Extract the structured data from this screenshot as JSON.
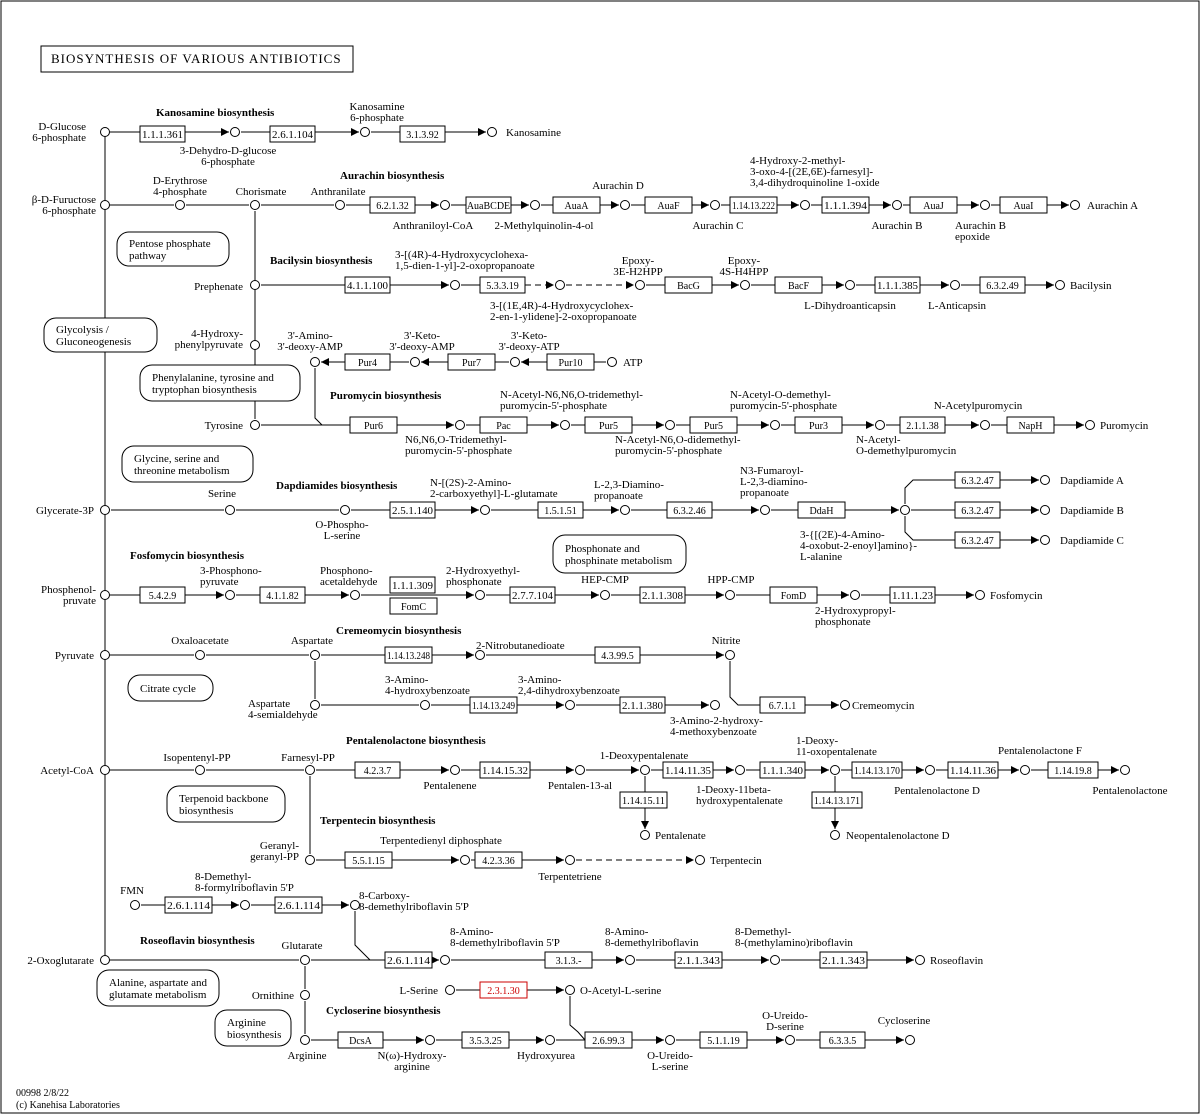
{
  "title": "BIOSYNTHESIS OF VARIOUS ANTIBIOTICS",
  "footer": {
    "map_id": "00998 2/8/22",
    "copyright": "(c) Kanehisa Laboratories"
  },
  "highlight_color": "#cc0000",
  "sections": {
    "kanosamine": "Kanosamine biosynthesis",
    "aurachin": "Aurachin biosynthesis",
    "bacilysin": "Bacilysin biosynthesis",
    "puromycin": "Puromycin biosynthesis",
    "dapdiamides": "Dapdiamides biosynthesis",
    "fosfomycin": "Fosfomycin biosynthesis",
    "cremeomycin": "Cremeomycin biosynthesis",
    "pentalenolactone": "Pentalenolactone biosynthesis",
    "terpentecin": "Terpentecin biosynthesis",
    "roseoflavin": "Roseoflavin biosynthesis",
    "cycloserine": "Cycloserine biosynthesis"
  },
  "maps": {
    "pentose": [
      "Pentose phosphate",
      "pathway"
    ],
    "glycolysis": [
      "Glycolysis /",
      "Gluconeogenesis"
    ],
    "phe": [
      "Phenylalanine, tyrosine and",
      "tryptophan biosynthesis"
    ],
    "gly": [
      "Glycine, serine and",
      "threonine metabolism"
    ],
    "phosphonate": [
      "Phosphonate and",
      "phosphinate metabolism"
    ],
    "citrate": [
      "Citrate cycle"
    ],
    "terpenoid": [
      "Terpenoid backbone",
      "biosynthesis"
    ],
    "alanine": [
      "Alanine, aspartate and",
      "glutamate metabolism"
    ],
    "arginine": [
      "Arginine",
      "biosynthesis"
    ]
  },
  "enzymes": {
    "e1": "1.1.1.361",
    "e2": "2.6.1.104",
    "e3": "3.1.3.92",
    "e4": "6.2.1.32",
    "e5": "AuaBCDE",
    "e6": "AuaA",
    "e7": "AuaF",
    "e8": "1.14.13.222",
    "e9": "1.1.1.394",
    "e10": "AuaJ",
    "e11": "AuaI",
    "e12": "4.1.1.100",
    "e13": "5.3.3.19",
    "e14": "BacG",
    "e15": "BacF",
    "e16": "1.1.1.385",
    "e17": "6.3.2.49",
    "e18": "Pur4",
    "e19": "Pur7",
    "e20": "Pur10",
    "e21": "Pur6",
    "e22": "Pac",
    "e23": "Pur5",
    "e24": "Pur5",
    "e25": "Pur3",
    "e26": "2.1.1.38",
    "e27": "NapH",
    "e28": "2.5.1.140",
    "e29": "1.5.1.51",
    "e30": "6.3.2.46",
    "e31": "DdaH",
    "e32": "6.3.2.47",
    "e33": "6.3.2.47",
    "e34": "6.3.2.47",
    "e35": "5.4.2.9",
    "e36": "4.1.1.82",
    "e37": "1.1.1.309",
    "e38": "FomC",
    "e39": "2.7.7.104",
    "e40": "2.1.1.308",
    "e41": "FomD",
    "e42": "1.11.1.23",
    "e43": "1.14.13.248",
    "e44": "4.3.99.5",
    "e45": "1.14.13.249",
    "e46": "2.1.1.380",
    "e47": "6.7.1.1",
    "e48": "4.2.3.7",
    "e49": "1.14.15.32",
    "e50": "1.14.11.35",
    "e51": "1.1.1.340",
    "e52": "1.14.13.170",
    "e53": "1.14.11.36",
    "e54": "1.14.19.8",
    "e55": "1.14.15.11",
    "e56": "1.14.13.171",
    "e57": "5.5.1.15",
    "e58": "4.2.3.36",
    "e59": "2.6.1.114",
    "e60": "2.6.1.114",
    "e61": "2.6.1.114",
    "e62": "3.1.3.-",
    "e63": "2.1.1.343",
    "e64": "2.1.1.343",
    "e65": "2.3.1.30",
    "e66": "DcsA",
    "e67": "3.5.3.25",
    "e68": "2.6.99.3",
    "e69": "5.1.1.19",
    "e70": "6.3.3.5"
  },
  "compounds": {
    "c_dglucose": [
      "D-Glucose",
      "6-phosphate"
    ],
    "c_dfructose": [
      "β-D-Fuructose",
      "6-phosphate"
    ],
    "c_prephenate": [
      "Prephenate"
    ],
    "c_tyrosine": [
      "Tyrosine"
    ],
    "c_glycerate": [
      "Glycerate-3P"
    ],
    "c_pep": [
      "Phosphenol-",
      "pruvate"
    ],
    "c_pyruvate": [
      "Pyruvate"
    ],
    "c_acetylcoa": [
      "Acetyl-CoA"
    ],
    "c_oxoglutarate": [
      "2-Oxoglutarate"
    ],
    "c_dehydro": [
      "3-Dehydro-D-glucose",
      "6-phosphate"
    ],
    "c_kano6p": [
      "Kanosamine",
      "6-phosphate"
    ],
    "c_kanosamine": [
      "Kanosamine"
    ],
    "c_erythrose": [
      "D-Erythrose",
      "4-phosphate"
    ],
    "c_chorismate": [
      "Chorismate"
    ],
    "c_anthranilate": [
      "Anthranilate"
    ],
    "c_anthraniloyl": [
      "Anthraniloyl-CoA"
    ],
    "c_methylquinolin": [
      "2-Methylquinolin-4-ol"
    ],
    "c_aurachinD": [
      "Aurachin D"
    ],
    "c_aurachinC": [
      "Aurachin C"
    ],
    "c_hydroxy_aur": [
      "4-Hydroxy-2-methyl-",
      "3-oxo-4-[(2E,6E)-farnesyl]-",
      "3,4-dihydroquinoline 1-oxide"
    ],
    "c_aurachinB": [
      "Aurachin B"
    ],
    "c_aurachinBep": [
      "Aurachin B",
      "epoxide"
    ],
    "c_aurachinA": [
      "Aurachin A"
    ],
    "c_bac1": [
      "3-[(4R)-4-Hydroxycyclohexa-",
      "1,5-dien-1-yl]-2-oxopropanoate"
    ],
    "c_bac2": [
      "3-[(1E,4R)-4-Hydroxycyclohex-",
      "2-en-1-ylidene]-2-oxopropanoate"
    ],
    "c_epoxy3e": [
      "Epoxy-",
      "3E-H2HPP"
    ],
    "c_epoxy4s": [
      "Epoxy-",
      "4S-H4HPP"
    ],
    "c_ldihydro": [
      "L-Dihydroanticapsin"
    ],
    "c_lanticapsin": [
      "L-Anticapsin"
    ],
    "c_bacilysin": [
      "Bacilysin"
    ],
    "c_hydroxyphenyl": [
      "4-Hydroxy-",
      "phenylpyruvate"
    ],
    "c_aminodeoxyamp": [
      "3'-Amino-",
      "3'-deoxy-AMP"
    ],
    "c_ketoamp": [
      "3'-Keto-",
      "3'-deoxy-AMP"
    ],
    "c_ketoatp": [
      "3'-Keto-",
      "3'-deoxy-ATP"
    ],
    "c_atp": [
      "ATP"
    ],
    "c_tridemethyl": [
      "N6,N6,O-Tridemethyl-",
      "puromycin-5'-phosphate"
    ],
    "c_acetyltridemethyl": [
      "N-Acetyl-N6,N6,O-tridemethyl-",
      "puromycin-5'-phosphate"
    ],
    "c_acetyldidemethyl": [
      "N-Acetyl-N6,O-didemethyl-",
      "puromycin-5'-phosphate"
    ],
    "c_acetylodemethyl5p": [
      "N-Acetyl-O-demethyl-",
      "puromycin-5'-phosphate"
    ],
    "c_acetylodemethyl": [
      "N-Acetyl-",
      "O-demethylpuromycin"
    ],
    "c_acetylpuromycin": [
      "N-Acetylpuromycin"
    ],
    "c_puromycin": [
      "Puromycin"
    ],
    "c_serine": [
      "Serine"
    ],
    "c_ophospho": [
      "O-Phospho-",
      "L-serine"
    ],
    "c_carboxyethyl": [
      "N-[(2S)-2-Amino-",
      "2-carboxyethyl]-L-glutamate"
    ],
    "c_diamino": [
      "L-2,3-Diamino-",
      "propanoate"
    ],
    "c_fumaroyl": [
      "N3-Fumaroyl-",
      "L-2,3-diamino-",
      "propanoate"
    ],
    "c_oxobutenoyl": [
      "3-{[(2E)-4-Amino-",
      "4-oxobut-2-enoyl]amino}-",
      "L-alanine"
    ],
    "c_dapA": [
      "Dapdiamide A"
    ],
    "c_dapB": [
      "Dapdiamide B"
    ],
    "c_dapC": [
      "Dapdiamide C"
    ],
    "c_phosphonopyruvate": [
      "3-Phosphono-",
      "pyruvate"
    ],
    "c_phosphonoacet": [
      "Phosphono-",
      "acetaldehyde"
    ],
    "c_hydroxyethyl": [
      "2-Hydroxyethyl-",
      "phosphonate"
    ],
    "c_hepcmp": [
      "HEP-CMP"
    ],
    "c_hppcmp": [
      "HPP-CMP"
    ],
    "c_hydroxypropyl": [
      "2-Hydroxypropyl-",
      "phosphonate"
    ],
    "c_fosfomycin": [
      "Fosfomycin"
    ],
    "c_oxaloacetate": [
      "Oxaloacetate"
    ],
    "c_aspartate": [
      "Aspartate"
    ],
    "c_nitrosuccinate": [
      "2-Nitrobutanedioate"
    ],
    "c_nitrite": [
      "Nitrite"
    ],
    "c_aspsemi": [
      "Aspartate",
      "4-semialdehyde"
    ],
    "c_aminohydroxybenz": [
      "3-Amino-",
      "4-hydroxybenzoate"
    ],
    "c_aminodihydroxy": [
      "3-Amino-",
      "2,4-dihydroxybenzoate"
    ],
    "c_aminomethoxy": [
      "3-Amino-2-hydroxy-",
      "4-methoxybenzoate"
    ],
    "c_cremeomycin": [
      "Cremeomycin"
    ],
    "c_isopentenyl": [
      "Isopentenyl-PP"
    ],
    "c_farnesyl": [
      "Farnesyl-PP"
    ],
    "c_pentalenene": [
      "Pentalenene"
    ],
    "c_pentalen13al": [
      "Pentalen-13-al"
    ],
    "c_deoxypentalenate": [
      "1-Deoxypentalenate"
    ],
    "c_deoxy11beta": [
      "1-Deoxy-11beta-",
      "hydroxypentalenate"
    ],
    "c_deoxyoxo": [
      "1-Deoxy-",
      "11-oxopentalenate"
    ],
    "c_pentalenolactoneD": [
      "Pentalenolactone D"
    ],
    "c_pentalenolactoneF": [
      "Pentalenolactone F"
    ],
    "c_pentalenolactone": [
      "Pentalenolactone"
    ],
    "c_pentalenate": [
      "Pentalenate"
    ],
    "c_neopentalenolactone": [
      "Neopentalenolactone D"
    ],
    "c_geranyl": [
      "Geranyl-",
      "geranyl-PP"
    ],
    "c_terpentedienyl": [
      "Terpentedienyl diphosphate"
    ],
    "c_terpentetriene": [
      "Terpentetriene"
    ],
    "c_terpentecin": [
      "Terpentecin"
    ],
    "c_fmn": [
      "FMN"
    ],
    "c_demethylformyl": [
      "8-Demethyl-",
      "8-formylriboflavin 5'P"
    ],
    "c_carboxy": [
      "8-Carboxy-",
      "8-demethylriboflavin 5'P"
    ],
    "c_glutarate": [
      "Glutarate"
    ],
    "c_amino5p": [
      "8-Amino-",
      "8-demethylriboflavin 5'P"
    ],
    "c_aminoribo": [
      "8-Amino-",
      "8-demethylriboflavin"
    ],
    "c_demethylmethylamino": [
      "8-Demethyl-",
      "8-(methylamino)riboflavin"
    ],
    "c_roseoflavin": [
      "Roseoflavin"
    ],
    "c_ornithine": [
      "Ornithine"
    ],
    "c_arginine": [
      "Arginine"
    ],
    "c_lserine": [
      "L-Serine"
    ],
    "c_oacetyl": [
      "O-Acetyl-L-serine"
    ],
    "c_hydroxyarginine": [
      "N(ω)-Hydroxy-",
      "arginine"
    ],
    "c_hydroxyurea": [
      "Hydroxyurea"
    ],
    "c_oureido": [
      "O-Ureido-",
      "L-serine"
    ],
    "c_oureidoD": [
      "O-Ureido-",
      "D-serine"
    ],
    "c_cycloserine": [
      "Cycloserine"
    ]
  }
}
